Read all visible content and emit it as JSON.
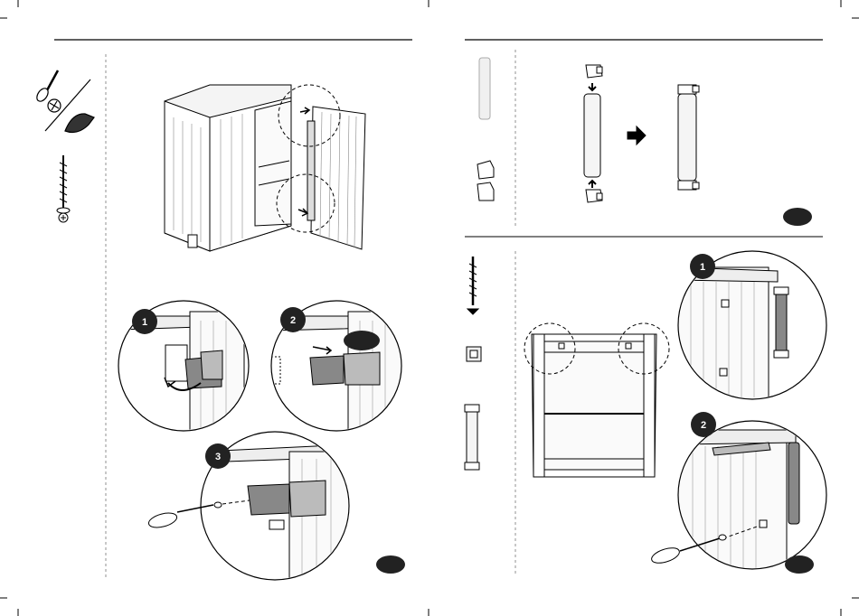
{
  "manual": {
    "left_page": {
      "steps": [
        "1",
        "2",
        "3"
      ],
      "step_labels": [
        "",
        "",
        ""
      ],
      "hint_badge": "",
      "page_badge": ""
    },
    "right_page": {
      "top_badge": "",
      "steps": [
        "1",
        "2"
      ],
      "step_labels": [
        "",
        ""
      ],
      "bottom_badge": ""
    }
  }
}
